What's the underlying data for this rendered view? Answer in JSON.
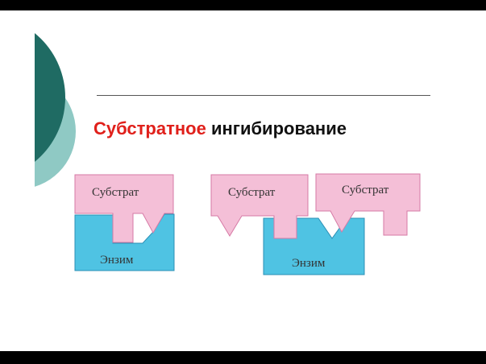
{
  "slide": {
    "title_part1": "Субстратное",
    "title_part2": "ингибирование"
  },
  "diagram": {
    "left": {
      "substrate_label": "Субстрат",
      "enzyme_label": "Энзим"
    },
    "right": {
      "substrate_left_label": "Субстрат",
      "substrate_right_label": "Субстрат",
      "enzyme_label": "Энзим"
    }
  },
  "colors": {
    "accent_red": "#e0201b",
    "substrate_pink": "#f4bfd7",
    "substrate_stroke": "#d67aa5",
    "enzyme_blue": "#4fc3e3",
    "enzyme_stroke": "#2b8fb5",
    "decor_teal_dark": "#1f6b63",
    "decor_teal_light": "#8fc9c4"
  }
}
